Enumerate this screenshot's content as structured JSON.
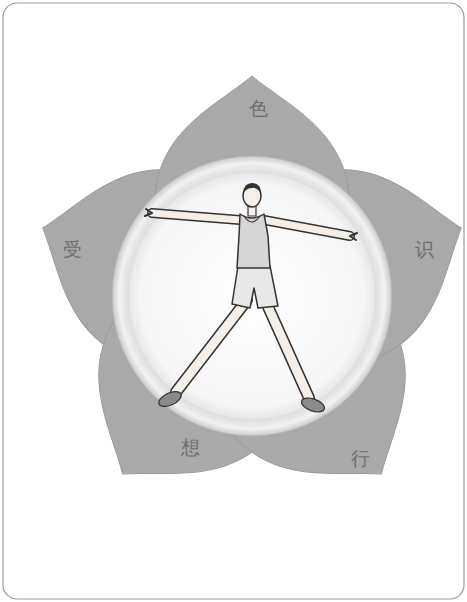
{
  "diagram": {
    "nodes": [
      {
        "text": [
          "色"
        ]
      },
      {
        "text": [
          "受"
        ]
      },
      {
        "text": [
          "识"
        ]
      },
      {
        "text": [
          "想"
        ]
      },
      {
        "text": [
          "行"
        ]
      }
    ]
  }
}
